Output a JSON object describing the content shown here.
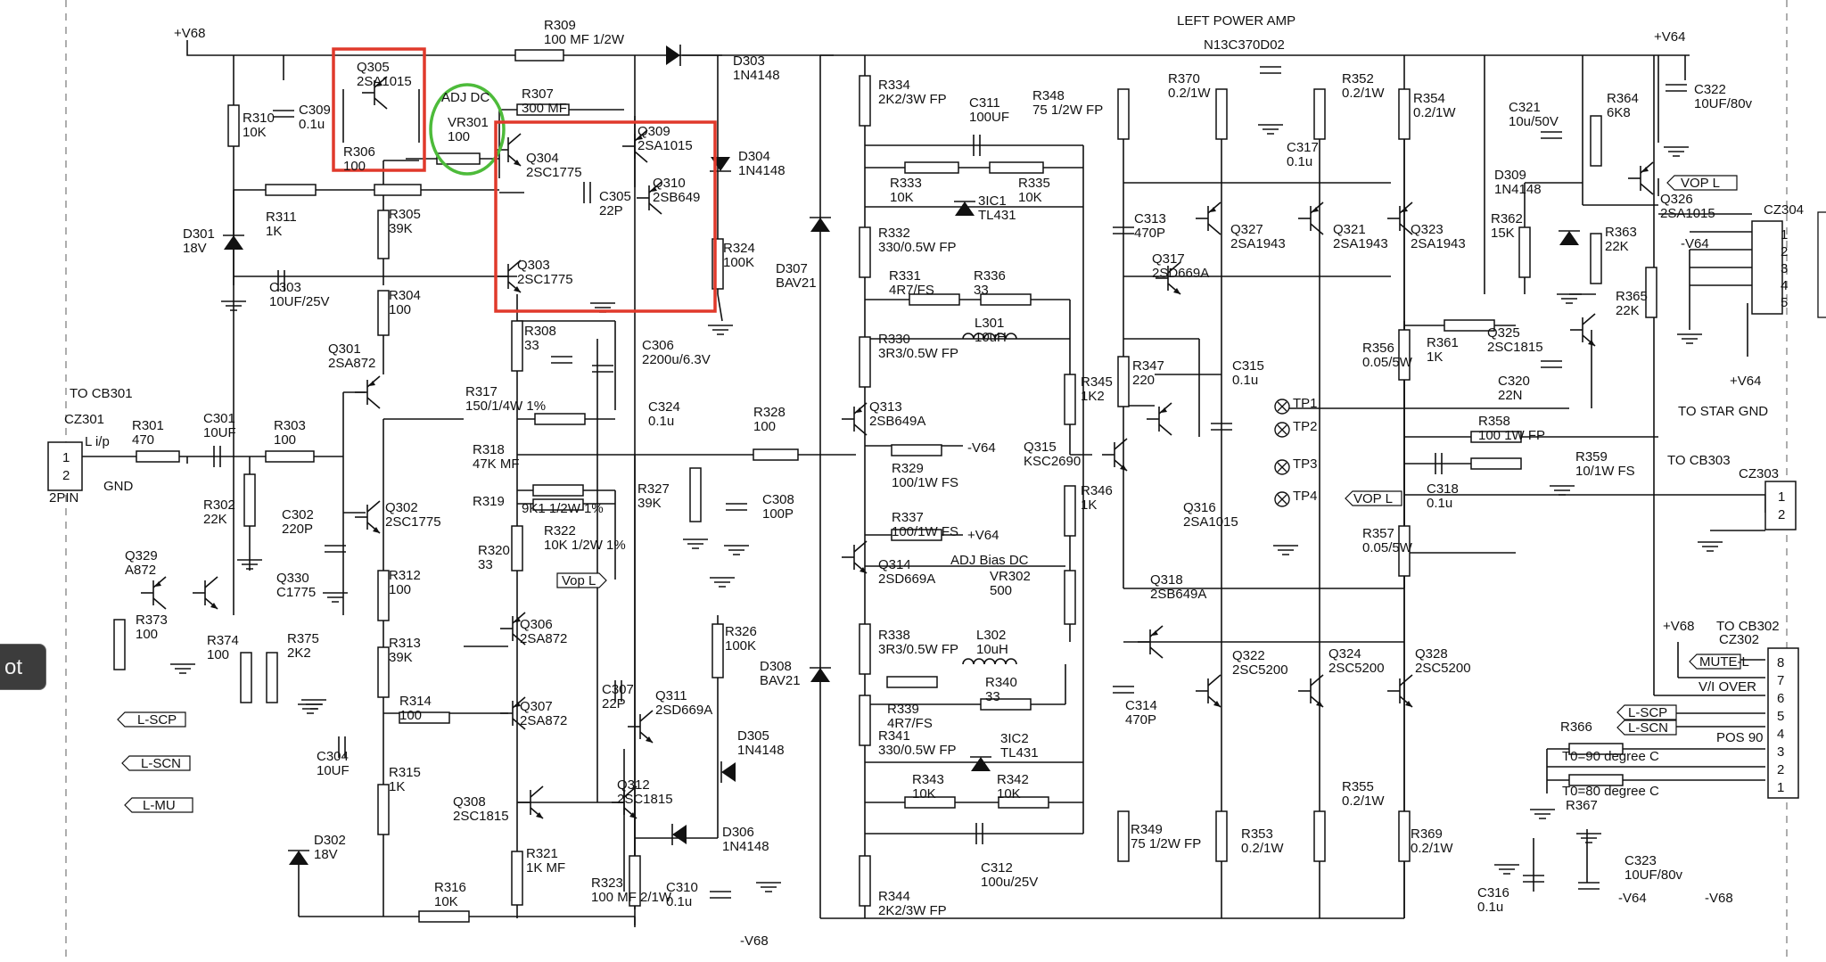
{
  "sidebar_button": {
    "label": "ot"
  },
  "highlights": {
    "red": "#e0392b",
    "green": "#4dbb3a"
  },
  "schematic": {
    "title": "LEFT POWER AMP",
    "board_code": "N13C370D02",
    "rails": {
      "pos_v68": "+V68",
      "pos_v64": "+V64",
      "neg_v64": "-V64",
      "neg_v68": "-V68"
    },
    "connectors": {
      "cz301": {
        "to": "TO CB301",
        "name": "CZ301",
        "signal": "L i/p",
        "gnd": "GND",
        "pin1": "1",
        "pin2": "2",
        "type": "2PIN"
      },
      "cz304": {
        "name": "CZ304",
        "pins": [
          "1",
          "2",
          "3",
          "4",
          "5"
        ]
      },
      "cz303": {
        "to": "TO CB303",
        "name": "CZ303",
        "pins": [
          "1",
          "2"
        ]
      },
      "cz302": {
        "to": "TO CB302",
        "name": "CZ302",
        "pins": [
          "8",
          "7",
          "6",
          "5",
          "4",
          "3",
          "2",
          "1"
        ]
      }
    },
    "annotations": {
      "to_star_gnd": "TO STAR GND",
      "vi_over": "V/I OVER",
      "pos90": "POS 90",
      "t0_90": "T0=90 degree C",
      "t0_80": "T0=80 degree C",
      "adj_dc": "ADJ DC",
      "adj_bias_dc": "ADJ Bias DC"
    },
    "net_labels": {
      "vop_l_1": "VOP L",
      "vop_l_2": "VOP L",
      "vop_l_3": "Vop L",
      "mute_l": "MUTE-L",
      "l_scp": "L-SCP",
      "l_scn": "L-SCN",
      "l_mu": "L-MU",
      "l_scp_2": "L-SCP",
      "l_scn_2": "L-SCN"
    },
    "test_points": [
      "TP1",
      "TP2",
      "TP3",
      "TP4"
    ],
    "labels": [
      {
        "id": "R309",
        "t": [
          "R309",
          "100 MF 1/2W"
        ]
      },
      {
        "id": "D303",
        "t": [
          "D303",
          "1N4148"
        ]
      },
      {
        "id": "Q305",
        "t": [
          "Q305",
          "2SA1015"
        ]
      },
      {
        "id": "R307",
        "t": [
          "R307",
          "300 MF"
        ]
      },
      {
        "id": "VR301",
        "t": [
          "VR301",
          "100"
        ]
      },
      {
        "id": "R310",
        "t": [
          "R310",
          "10K"
        ]
      },
      {
        "id": "C309",
        "t": [
          "C309",
          "0.1u"
        ]
      },
      {
        "id": "R306",
        "t": [
          "R306",
          "100"
        ]
      },
      {
        "id": "Q309",
        "t": [
          "Q309",
          "2SA1015"
        ]
      },
      {
        "id": "D304",
        "t": [
          "D304",
          "1N4148"
        ]
      },
      {
        "id": "Q304",
        "t": [
          "Q304",
          "2SC1775"
        ]
      },
      {
        "id": "C305",
        "t": [
          "C305",
          "22P"
        ]
      },
      {
        "id": "Q310",
        "t": [
          "Q310",
          "2SB649"
        ]
      },
      {
        "id": "R311",
        "t": [
          "R311",
          "1K"
        ]
      },
      {
        "id": "D301",
        "t": [
          "D301",
          "18V"
        ]
      },
      {
        "id": "R305",
        "t": [
          "R305",
          "39K"
        ]
      },
      {
        "id": "R324",
        "t": [
          "R324",
          "100K"
        ]
      },
      {
        "id": "Q303",
        "t": [
          "Q303",
          "2SC1775"
        ]
      },
      {
        "id": "C303",
        "t": [
          "C303",
          "10UF/25V"
        ]
      },
      {
        "id": "R304",
        "t": [
          "R304",
          "100"
        ]
      },
      {
        "id": "R308",
        "t": [
          "R308",
          "33"
        ]
      },
      {
        "id": "C306",
        "t": [
          "C306",
          "2200u/6.3V"
        ]
      },
      {
        "id": "Q301",
        "t": [
          "Q301",
          "2SA872"
        ]
      },
      {
        "id": "C324",
        "t": [
          "C324",
          "0.1u"
        ]
      },
      {
        "id": "R317",
        "t": [
          "R317",
          "150/1/4W 1%"
        ]
      },
      {
        "id": "R301",
        "t": [
          "R301",
          "470"
        ]
      },
      {
        "id": "C301",
        "t": [
          "C301",
          "10UF"
        ]
      },
      {
        "id": "R303",
        "t": [
          "R303",
          "100"
        ]
      },
      {
        "id": "R318",
        "t": [
          "R318",
          "47K MF"
        ]
      },
      {
        "id": "R328",
        "t": [
          "R328",
          "100"
        ]
      },
      {
        "id": "R302",
        "t": [
          "R302",
          "22K"
        ]
      },
      {
        "id": "R319",
        "t": [
          "R319"
        ]
      },
      {
        "id": "R321b",
        "t": [
          "9K1 1/2W 1%"
        ]
      },
      {
        "id": "R322",
        "t": [
          "R322",
          "10K 1/2W 1%"
        ]
      },
      {
        "id": "R327",
        "t": [
          "R327",
          "39K"
        ]
      },
      {
        "id": "C308",
        "t": [
          "C308",
          "100P"
        ]
      },
      {
        "id": "C302",
        "t": [
          "C302",
          "220P"
        ]
      },
      {
        "id": "Q302",
        "t": [
          "Q302",
          "2SC1775"
        ]
      },
      {
        "id": "R320",
        "t": [
          "R320",
          "33"
        ]
      },
      {
        "id": "Q329",
        "t": [
          "Q329",
          "A872"
        ]
      },
      {
        "id": "Q330",
        "t": [
          "Q330",
          "C1775"
        ]
      },
      {
        "id": "R312",
        "t": [
          "R312",
          "100"
        ]
      },
      {
        "id": "R373",
        "t": [
          "R373",
          "100"
        ]
      },
      {
        "id": "R374",
        "t": [
          "R374",
          "100"
        ]
      },
      {
        "id": "R375",
        "t": [
          "R375",
          "2K2"
        ]
      },
      {
        "id": "Q306",
        "t": [
          "Q306",
          "2SA872"
        ]
      },
      {
        "id": "R326",
        "t": [
          "R326",
          "100K"
        ]
      },
      {
        "id": "R313",
        "t": [
          "R313",
          "39K"
        ]
      },
      {
        "id": "C307",
        "t": [
          "C307",
          "22P"
        ]
      },
      {
        "id": "R314",
        "t": [
          "R314",
          "100"
        ]
      },
      {
        "id": "Q307",
        "t": [
          "Q307",
          "2SA872"
        ]
      },
      {
        "id": "Q311",
        "t": [
          "Q311",
          "2SD669A"
        ]
      },
      {
        "id": "D305",
        "t": [
          "D305",
          "1N4148"
        ]
      },
      {
        "id": "C304",
        "t": [
          "C304",
          "10UF"
        ]
      },
      {
        "id": "R315",
        "t": [
          "R315",
          "1K"
        ]
      },
      {
        "id": "Q308",
        "t": [
          "Q308",
          "2SC1815"
        ]
      },
      {
        "id": "Q312",
        "t": [
          "Q312",
          "2SC1815"
        ]
      },
      {
        "id": "D302",
        "t": [
          "D302",
          "18V"
        ]
      },
      {
        "id": "R321",
        "t": [
          "R321",
          "1K MF"
        ]
      },
      {
        "id": "D306",
        "t": [
          "D306",
          "1N4148"
        ]
      },
      {
        "id": "R323",
        "t": [
          "R323",
          "100 MF 2/1W"
        ]
      },
      {
        "id": "C310",
        "t": [
          "C310",
          "0.1u"
        ]
      },
      {
        "id": "R316",
        "t": [
          "R316",
          "10K"
        ]
      },
      {
        "id": "D307",
        "t": [
          "D307",
          "BAV21"
        ]
      },
      {
        "id": "D308",
        "t": [
          "D308",
          "BAV21"
        ]
      },
      {
        "id": "R334",
        "t": [
          "R334",
          "2K2/3W FP"
        ]
      },
      {
        "id": "C311",
        "t": [
          "C311",
          "100UF"
        ]
      },
      {
        "id": "R348",
        "t": [
          "R348",
          "75  1/2W FP"
        ]
      },
      {
        "id": "R370",
        "t": [
          "R370",
          "0.2/1W"
        ]
      },
      {
        "id": "R352",
        "t": [
          "R352",
          "0.2/1W"
        ]
      },
      {
        "id": "R354",
        "t": [
          "R354",
          "0.2/1W"
        ]
      },
      {
        "id": "C321",
        "t": [
          "C321",
          "10u/50V"
        ]
      },
      {
        "id": "R364",
        "t": [
          "R364",
          "6K8"
        ]
      },
      {
        "id": "C322",
        "t": [
          "C322",
          "10UF/80v"
        ]
      },
      {
        "id": "C317",
        "t": [
          "C317",
          "0.1u"
        ]
      },
      {
        "id": "R333",
        "t": [
          "R333",
          "10K"
        ]
      },
      {
        "id": "R335",
        "t": [
          "R335",
          "10K"
        ]
      },
      {
        "id": "IC1",
        "t": [
          "3IC1",
          "TL431"
        ]
      },
      {
        "id": "D309",
        "t": [
          "D309",
          "1N4148"
        ]
      },
      {
        "id": "Q326",
        "t": [
          "Q326",
          "2SA1015"
        ]
      },
      {
        "id": "C313",
        "t": [
          "C313",
          "470P"
        ]
      },
      {
        "id": "Q327",
        "t": [
          "Q327",
          "2SA1943"
        ]
      },
      {
        "id": "Q321",
        "t": [
          "Q321",
          "2SA1943"
        ]
      },
      {
        "id": "Q323",
        "t": [
          "Q323",
          "2SA1943"
        ]
      },
      {
        "id": "R362",
        "t": [
          "R362",
          "15K"
        ]
      },
      {
        "id": "R363",
        "t": [
          "R363",
          "22K"
        ]
      },
      {
        "id": "R332",
        "t": [
          "R332",
          "330/0.5W FP"
        ]
      },
      {
        "id": "Q317",
        "t": [
          "Q317",
          "2SD669A"
        ]
      },
      {
        "id": "R331",
        "t": [
          "R331",
          "4R7/FS"
        ]
      },
      {
        "id": "R336",
        "t": [
          "R336",
          "33"
        ]
      },
      {
        "id": "R365",
        "t": [
          "R365",
          "22K"
        ]
      },
      {
        "id": "L301",
        "t": [
          "L301",
          "10uH"
        ]
      },
      {
        "id": "R330",
        "t": [
          "R330",
          "3R3/0.5W FP"
        ]
      },
      {
        "id": "R347",
        "t": [
          "R347",
          "220"
        ]
      },
      {
        "id": "C315",
        "t": [
          "C315",
          "0.1u"
        ]
      },
      {
        "id": "R356",
        "t": [
          "R356",
          "0.05/5W"
        ]
      },
      {
        "id": "R361",
        "t": [
          "R361",
          "1K"
        ]
      },
      {
        "id": "Q325",
        "t": [
          "Q325",
          "2SC1815"
        ]
      },
      {
        "id": "R345",
        "t": [
          "R345",
          "1K2"
        ]
      },
      {
        "id": "C320",
        "t": [
          "C320",
          "22N"
        ]
      },
      {
        "id": "Q313",
        "t": [
          "Q313",
          "2SB649A"
        ]
      },
      {
        "id": "R358",
        "t": [
          "R358",
          "100 1W FP"
        ]
      },
      {
        "id": "Q315",
        "t": [
          "Q315",
          "KSC2690"
        ]
      },
      {
        "id": "R329",
        "t": [
          "R329",
          "100/1W FS"
        ]
      },
      {
        "id": "R359",
        "t": [
          "R359",
          "10/1W FS"
        ]
      },
      {
        "id": "R346",
        "t": [
          "R346",
          "1K"
        ]
      },
      {
        "id": "C318",
        "t": [
          "C318",
          "0.1u"
        ]
      },
      {
        "id": "Q316",
        "t": [
          "Q316",
          "2SA1015"
        ]
      },
      {
        "id": "R337",
        "t": [
          "R337",
          "100/1W FS"
        ]
      },
      {
        "id": "R357",
        "t": [
          "R357",
          "0.05/5W"
        ]
      },
      {
        "id": "Q314",
        "t": [
          "Q314",
          "2SD669A"
        ]
      },
      {
        "id": "VR302",
        "t": [
          "VR302",
          "500"
        ]
      },
      {
        "id": "Q318",
        "t": [
          "Q318",
          "2SB649A"
        ]
      },
      {
        "id": "R338",
        "t": [
          "R338",
          "3R3/0.5W FP"
        ]
      },
      {
        "id": "L302",
        "t": [
          "L302",
          "10uH"
        ]
      },
      {
        "id": "Q322",
        "t": [
          "Q322",
          "2SC5200"
        ]
      },
      {
        "id": "Q324",
        "t": [
          "Q324",
          "2SC5200"
        ]
      },
      {
        "id": "Q328",
        "t": [
          "Q328",
          "2SC5200"
        ]
      },
      {
        "id": "R340",
        "t": [
          "R340",
          "33"
        ]
      },
      {
        "id": "R339",
        "t": [
          "R339",
          "4R7/FS"
        ]
      },
      {
        "id": "C314",
        "t": [
          "C314",
          "470P"
        ]
      },
      {
        "id": "R366",
        "t": [
          "R366"
        ]
      },
      {
        "id": "R341",
        "t": [
          "R341",
          "330/0.5W FP"
        ]
      },
      {
        "id": "IC2",
        "t": [
          "3IC2",
          "TL431"
        ]
      },
      {
        "id": "R367",
        "t": [
          "R367"
        ]
      },
      {
        "id": "R343",
        "t": [
          "R343",
          "10K"
        ]
      },
      {
        "id": "R342",
        "t": [
          "R342",
          "10K"
        ]
      },
      {
        "id": "R355",
        "t": [
          "R355",
          "0.2/1W"
        ]
      },
      {
        "id": "R349",
        "t": [
          "R349",
          "75  1/2W FP"
        ]
      },
      {
        "id": "R353",
        "t": [
          "R353",
          "0.2/1W"
        ]
      },
      {
        "id": "R369",
        "t": [
          "R369",
          "0.2/1W"
        ]
      },
      {
        "id": "C312",
        "t": [
          "C312",
          "100u/25V"
        ]
      },
      {
        "id": "C323",
        "t": [
          "C323",
          "10UF/80v"
        ]
      },
      {
        "id": "C316",
        "t": [
          "C316",
          "0.1u"
        ]
      },
      {
        "id": "R344",
        "t": [
          "R344",
          "2K2/3W FP"
        ]
      }
    ],
    "small_labels": {
      "v64_q329": "-V64",
      "v64_q313": "-V64",
      "v64_q314": "+V64",
      "v64_cz304": "-V64",
      "v64_gnd": "+V64",
      "v68_cz302": "+V68",
      "v64_c323": "-V64",
      "v68_c323": "-V68",
      "v68_bottom": "-V68"
    }
  }
}
